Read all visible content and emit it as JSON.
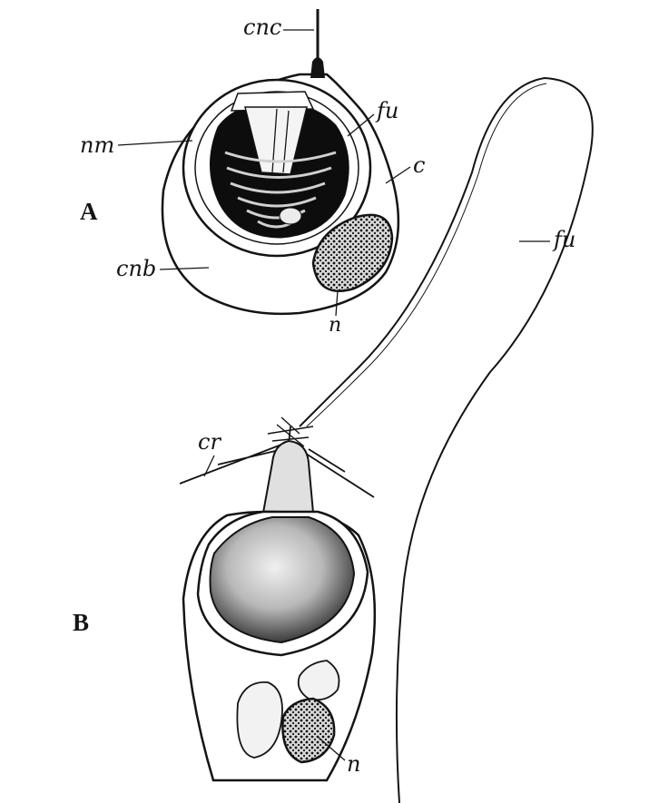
{
  "panels": {
    "a": "A",
    "b": "B"
  },
  "labels": {
    "cnc": "cnc",
    "nm": "nm",
    "fu_top": "fu",
    "c": "c",
    "fu_right": "fu",
    "cnb": "cnb",
    "n_a": "n",
    "cr": "cr",
    "n_b": "n"
  },
  "colors": {
    "ink": "#141414",
    "paper": "#ffffff"
  }
}
